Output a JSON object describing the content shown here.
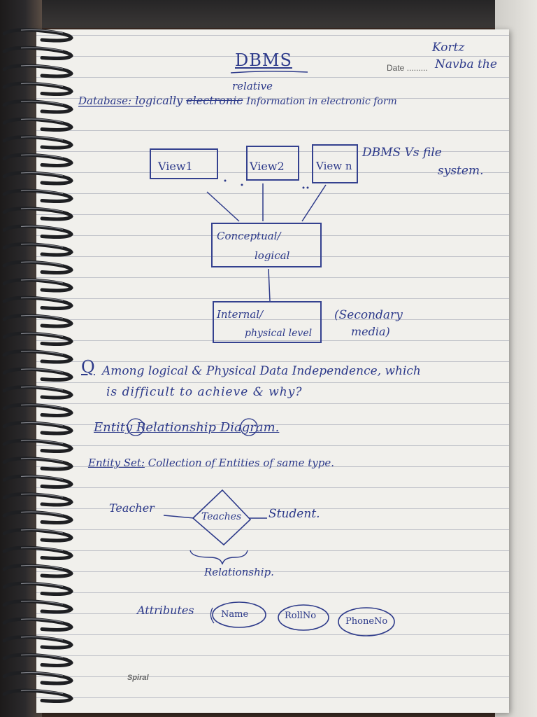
{
  "header": {
    "title": "DBMS",
    "date_label": "Date",
    "date_dots": ".........",
    "name_line1": "Kortz",
    "name_line2": "Navba the"
  },
  "definition": {
    "label": "Database:",
    "text_before": "logically",
    "struck_word": "electronic",
    "inserted_word": "relative",
    "text_after": "Information in electronic form"
  },
  "diagram": {
    "views": [
      "View1",
      "View2",
      "View n"
    ],
    "note_line1": "DBMS Vs file",
    "note_line2": "system.",
    "conceptual_line1": "Conceptual/",
    "conceptual_line2": "logical",
    "internal_line1": "Internal/",
    "internal_line2": "physical level",
    "secondary_line1": "(Secondary",
    "secondary_line2": "media)"
  },
  "question": {
    "marker": "Q",
    "line1": "Among logical & Physical Data Independence, which",
    "line2": "is difficult to achieve & why?"
  },
  "er": {
    "heading": "Entity Relationship Diagram.",
    "entity_set_label": "Entity Set:",
    "entity_set_text": "Collection of Entities of same type.",
    "left_entity": "Teacher",
    "relation": "Teaches",
    "right_entity": "Student.",
    "relationship_label": "Relationship."
  },
  "attributes": {
    "label": "Attributes",
    "items": [
      "Name",
      "RollNo",
      "PhoneNo"
    ]
  },
  "footer": {
    "brand": "Spiral"
  }
}
